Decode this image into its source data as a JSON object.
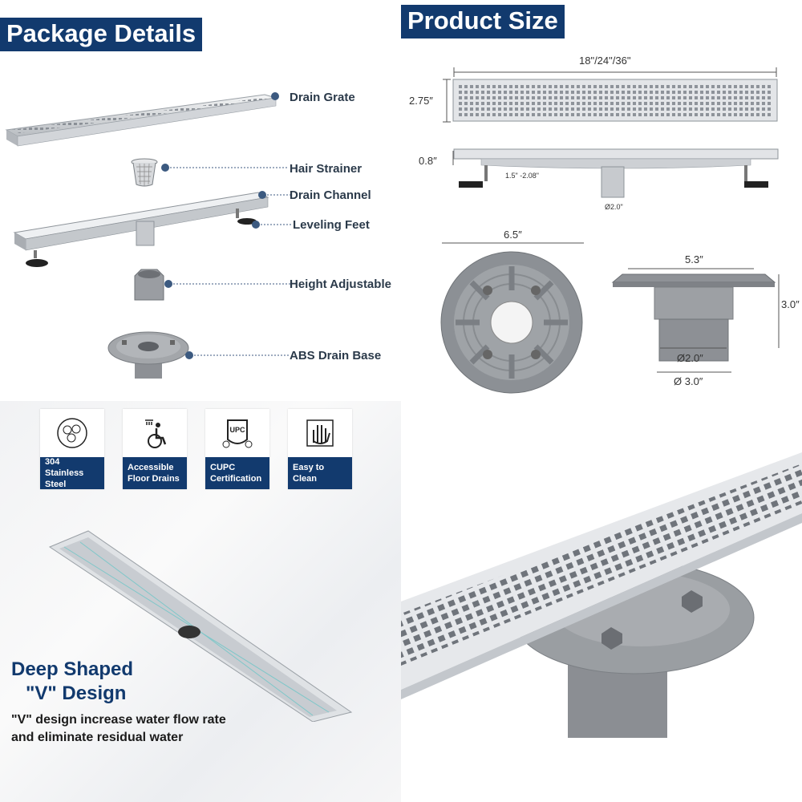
{
  "package": {
    "title": "Package Details",
    "items": {
      "drain_grate": "Drain Grate",
      "hair_strainer": "Hair Strainer",
      "drain_channel": "Drain Channel",
      "leveling_feet": "Leveling Feet",
      "height_adjustable": "Height Adjustable",
      "abs_drain_base": "ABS Drain Base"
    }
  },
  "size": {
    "title": "Product Size",
    "length": "18\"/24\"/36\"",
    "width": "2.75″",
    "depth": "0.8″",
    "adjust": "1.5\" -2.08\"",
    "outlet": "Ø2.0\"",
    "base_diameter": "6.5″",
    "base_top": "5.3″",
    "base_height": "3.0″",
    "base_inner": "Ø2.0″",
    "base_outer": "Ø 3.0″"
  },
  "features": [
    {
      "label": "304 Stainless Steel",
      "icon": "steel-balls-icon"
    },
    {
      "label": "Accessible Floor Drains",
      "icon": "wheelchair-shower-icon"
    },
    {
      "label": "CUPC Certification",
      "icon": "cupc-logo-icon"
    },
    {
      "label": "Easy to Clean",
      "icon": "glove-hand-icon"
    }
  ],
  "v_design": {
    "title_line1": "Deep Shaped",
    "title_line2": "\"V\" Design",
    "description": "\"V\" design increase water flow rate and eliminate residual water"
  },
  "colors": {
    "brand_blue": "#123a6e",
    "steel": "#c9ccd0",
    "abs_grey": "#8e9196"
  }
}
